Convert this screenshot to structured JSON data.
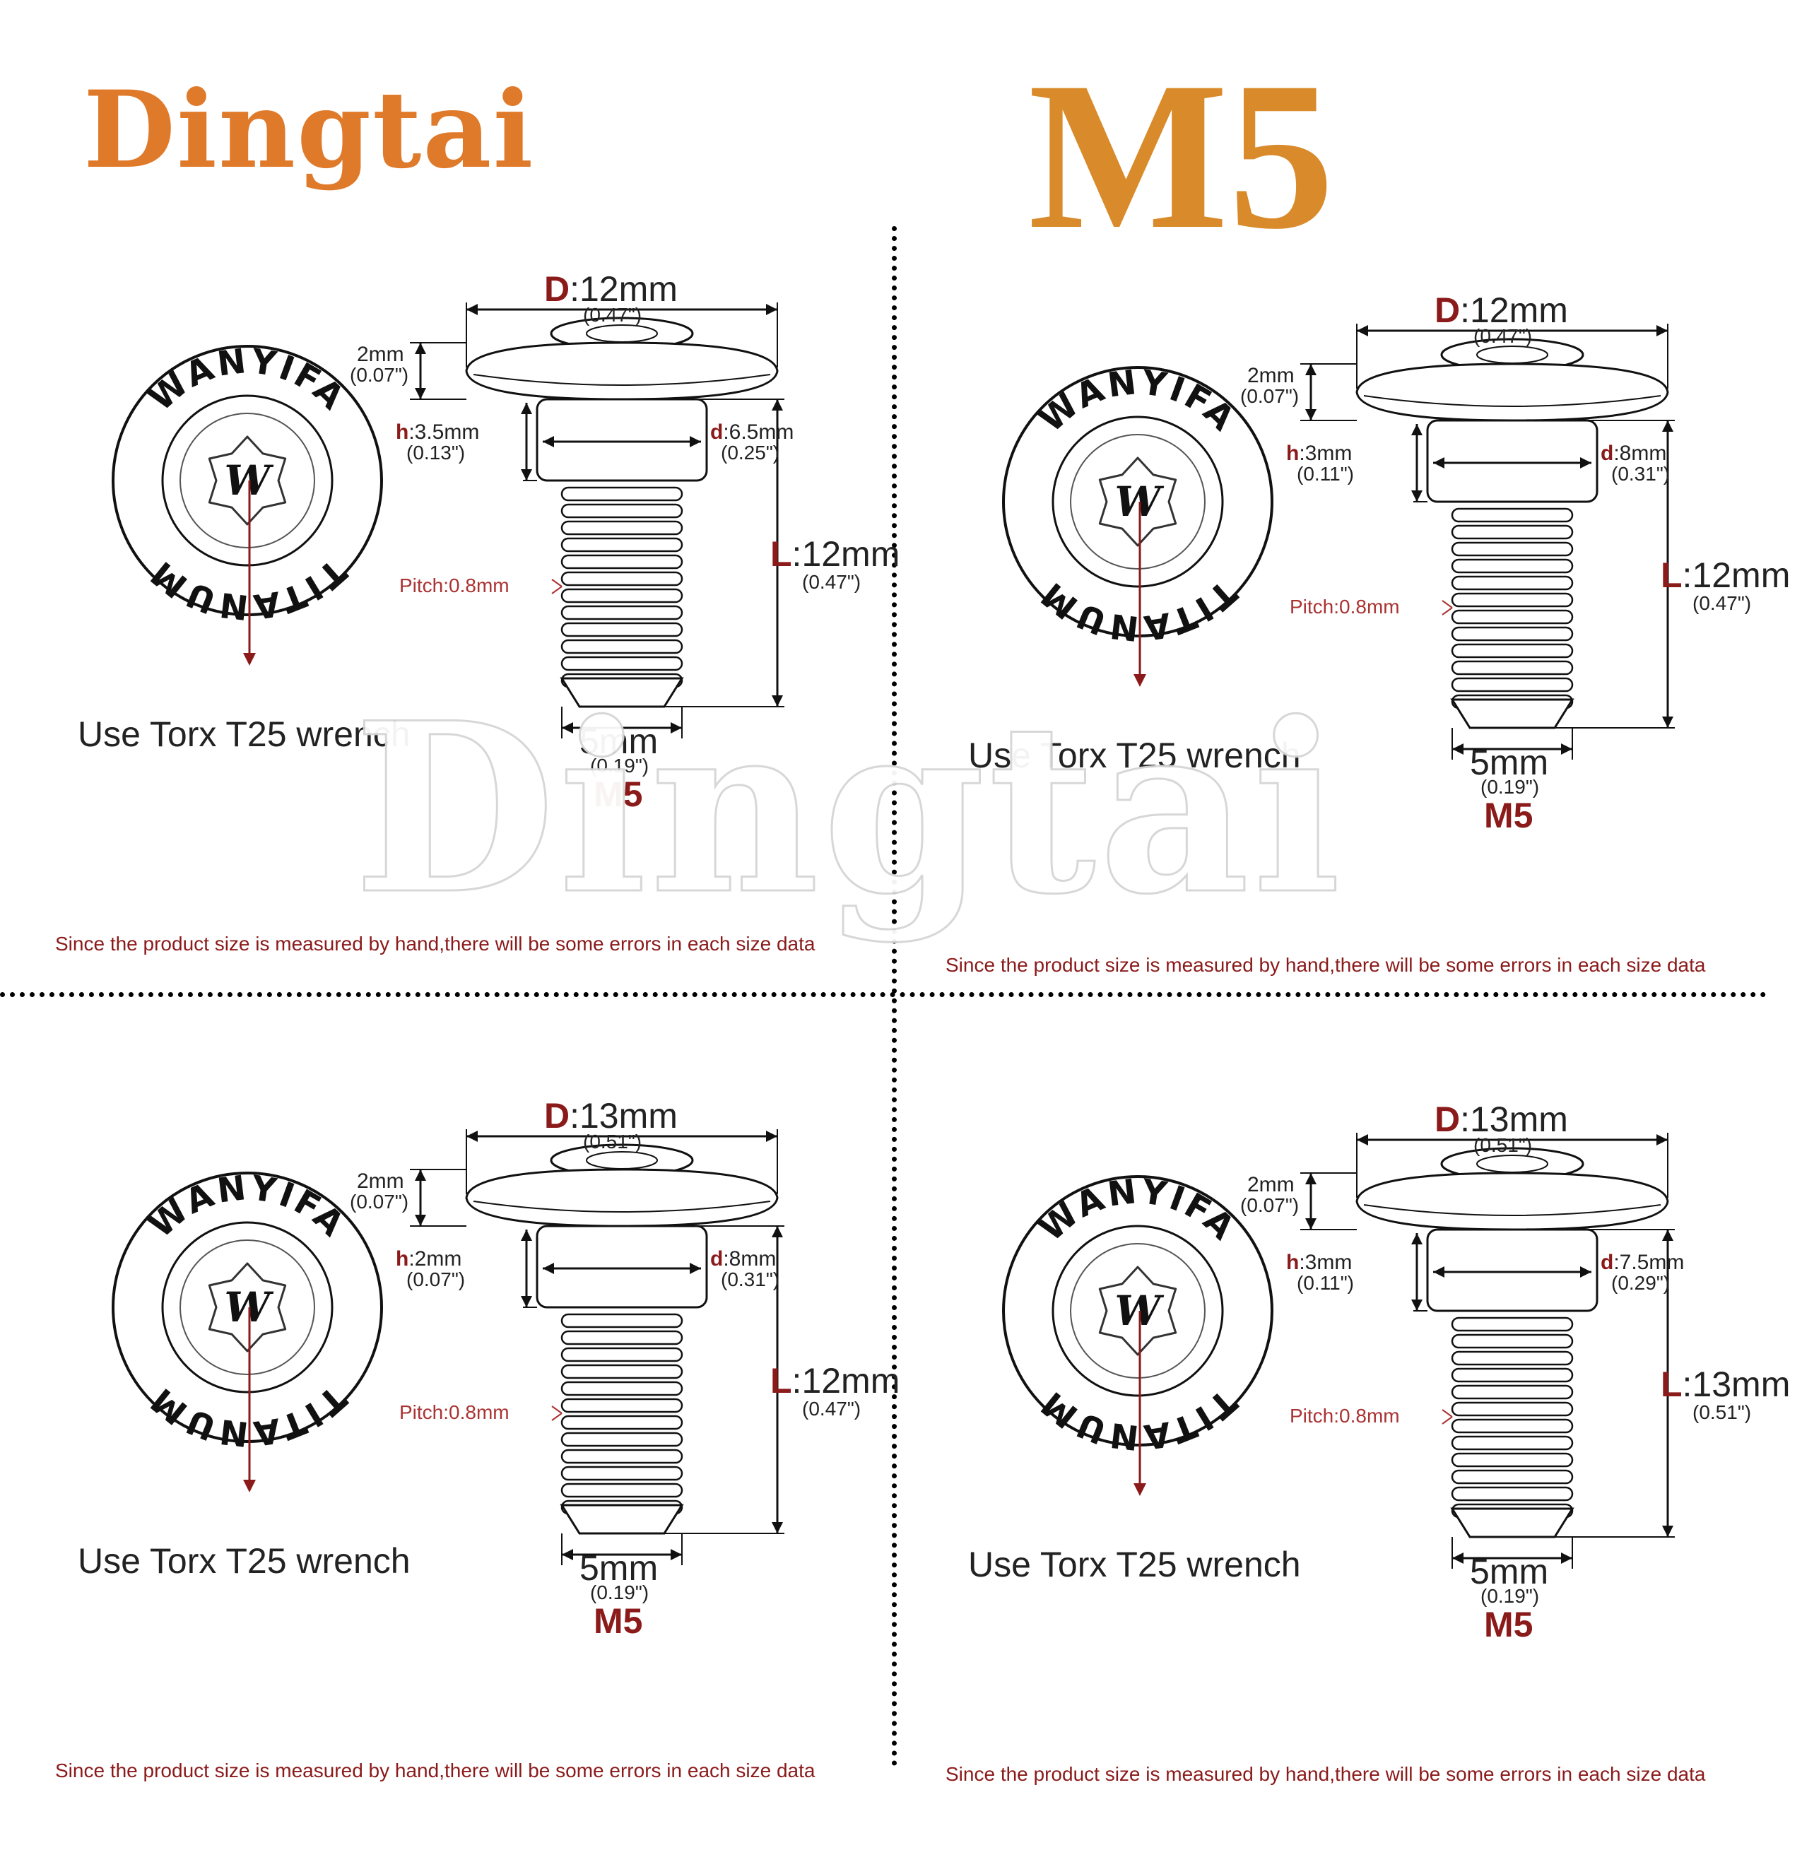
{
  "header": {
    "brand": "Dingtai",
    "size": "M5",
    "watermark": "Dingtai"
  },
  "colors": {
    "brand": "#e07a2b",
    "size": "#d98a2a",
    "accent": "#8b1a1a"
  },
  "panels": [
    {
      "badge": {
        "top": "WANYIFA",
        "bottom": "TITANUM",
        "center": "W"
      },
      "tool": "Use Torx T25 wrench",
      "D": {
        "key": "D",
        "value": ":12mm",
        "inch": "(0.47\")"
      },
      "head_h": {
        "value": "2mm",
        "inch": "(0.07\")"
      },
      "h": {
        "key": "h",
        "value": ":3.5mm",
        "inch": "(0.13\")"
      },
      "d": {
        "key": "d",
        "value": ":6.5mm",
        "inch": "(0.25\")"
      },
      "L": {
        "key": "L",
        "value": ":12mm",
        "inch": "(0.47\")"
      },
      "pitch": "Pitch:0.8mm",
      "dia": {
        "value": "5mm",
        "inch": "(0.19\")"
      },
      "thread": "M5",
      "note": "Since the product size is measured by hand,there will be some errors in each size data"
    },
    {
      "badge": {
        "top": "WANYIFA",
        "bottom": "TITANUM",
        "center": "W"
      },
      "tool": "Use Torx T25 wrench",
      "D": {
        "key": "D",
        "value": ":12mm",
        "inch": "(0.47\")"
      },
      "head_h": {
        "value": "2mm",
        "inch": "(0.07\")"
      },
      "h": {
        "key": "h",
        "value": ":3mm",
        "inch": "(0.11\")"
      },
      "d": {
        "key": "d",
        "value": ":8mm",
        "inch": "(0.31\")"
      },
      "L": {
        "key": "L",
        "value": ":12mm",
        "inch": "(0.47\")"
      },
      "pitch": "Pitch:0.8mm",
      "dia": {
        "value": "5mm",
        "inch": "(0.19\")"
      },
      "thread": "M5",
      "note": "Since the product size is measured by hand,there will be some errors in each size data"
    },
    {
      "badge": {
        "top": "WANYIFA",
        "bottom": "TITANUM",
        "center": "W"
      },
      "tool": "Use Torx T25 wrench",
      "D": {
        "key": "D",
        "value": ":13mm",
        "inch": "(0.51\")"
      },
      "head_h": {
        "value": "2mm",
        "inch": "(0.07\")"
      },
      "h": {
        "key": "h",
        "value": ":2mm",
        "inch": "(0.07\")"
      },
      "d": {
        "key": "d",
        "value": ":8mm",
        "inch": "(0.31\")"
      },
      "L": {
        "key": "L",
        "value": ":12mm",
        "inch": "(0.47\")"
      },
      "pitch": "Pitch:0.8mm",
      "dia": {
        "value": "5mm",
        "inch": "(0.19\")"
      },
      "thread": "M5",
      "note": "Since the product size is measured by hand,there will be some errors in each size data"
    },
    {
      "badge": {
        "top": "WANYIFA",
        "bottom": "TITANUM",
        "center": "W"
      },
      "tool": "Use Torx T25 wrench",
      "D": {
        "key": "D",
        "value": ":13mm",
        "inch": "(0.51\")"
      },
      "head_h": {
        "value": "2mm",
        "inch": "(0.07\")"
      },
      "h": {
        "key": "h",
        "value": ":3mm",
        "inch": "(0.11\")"
      },
      "d": {
        "key": "d",
        "value": ":7.5mm",
        "inch": "(0.29\")"
      },
      "L": {
        "key": "L",
        "value": ":13mm",
        "inch": "(0.51\")"
      },
      "pitch": "Pitch:0.8mm",
      "dia": {
        "value": "5mm",
        "inch": "(0.19\")"
      },
      "thread": "M5",
      "note": "Since the product size is measured by hand,there will be some errors in each size data"
    }
  ]
}
